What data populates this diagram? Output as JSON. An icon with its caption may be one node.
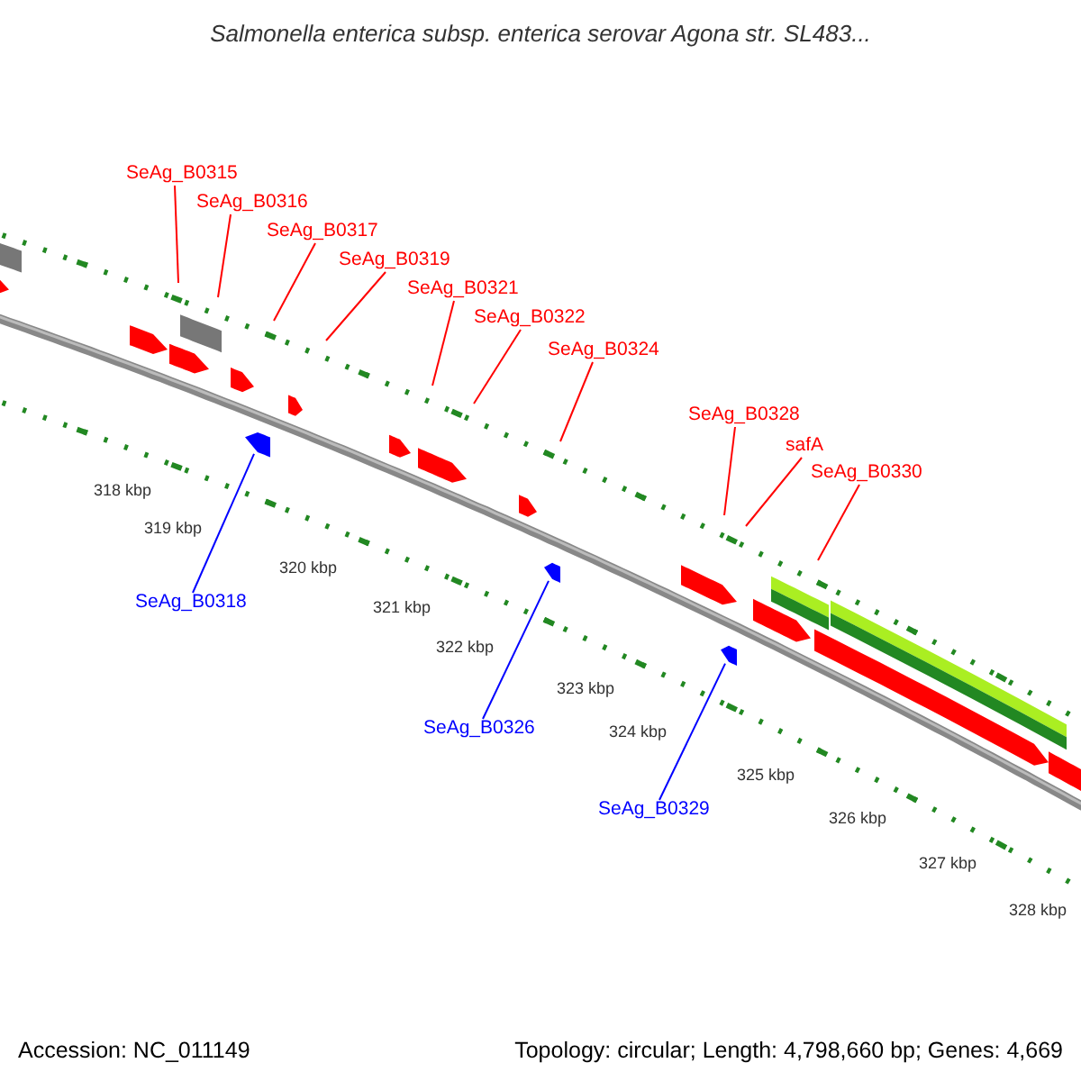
{
  "diagram": {
    "title": "Salmonella enterica subsp. enterica serovar Agona str. SL483...",
    "nodes": [
      {
        "text": [
          "SeAg_B0315"
        ]
      },
      {
        "text": [
          "SeAg_B0316"
        ]
      },
      {
        "text": [
          "SeAg_B0317"
        ]
      },
      {
        "text": [
          "SeAg_B0319"
        ]
      },
      {
        "text": [
          "SeAg_B0321"
        ]
      },
      {
        "text": [
          "SeAg_B0322"
        ]
      },
      {
        "text": [
          "SeAg_B0324"
        ]
      },
      {
        "text": [
          "SeAg_B0328"
        ]
      },
      {
        "text": [
          "safA"
        ]
      },
      {
        "text": [
          "SeAg_B0330"
        ]
      },
      {
        "text": [
          "SeAg_B0318"
        ]
      },
      {
        "text": [
          "SeAg_B0326"
        ]
      },
      {
        "text": [
          "SeAg_B0329"
        ]
      },
      {
        "text": [],
        "shape": "arrow"
      },
      {
        "text": [],
        "shape": "arrow"
      },
      {
        "text": [],
        "shape": "arrow"
      }
    ],
    "edges": [
      {
        "from": 0,
        "to": null,
        "arrow": "none"
      },
      {
        "from": 1,
        "to": null,
        "arrow": "none"
      },
      {
        "from": 2,
        "to": null,
        "arrow": "none"
      },
      {
        "from": 3,
        "to": null,
        "arrow": "none"
      },
      {
        "from": 4,
        "to": null,
        "arrow": "none"
      },
      {
        "from": 5,
        "to": null,
        "arrow": "none"
      },
      {
        "from": 6,
        "to": null,
        "arrow": "none"
      },
      {
        "from": 7,
        "to": null,
        "arrow": "none"
      },
      {
        "from": 8,
        "to": null,
        "arrow": "none"
      },
      {
        "from": 9,
        "to": null,
        "arrow": "none"
      },
      {
        "from": 10,
        "to": 13,
        "arrow": "none",
        "color": "#0000ff"
      },
      {
        "from": 11,
        "to": 14,
        "arrow": "none",
        "color": "#0000ff"
      },
      {
        "from": 12,
        "to": 15,
        "arrow": "none",
        "color": "#0000ff"
      }
    ],
    "labels": [
      "318 kbp",
      "319 kbp",
      "320 kbp",
      "321 kbp",
      "322 kbp",
      "323 kbp",
      "324 kbp",
      "325 kbp",
      "326 kbp",
      "327 kbp",
      "328 kbp",
      "Accession: NC_011149",
      "Topology: circular; Length: 4,798,660 bp; Genes: 4,669"
    ]
  }
}
